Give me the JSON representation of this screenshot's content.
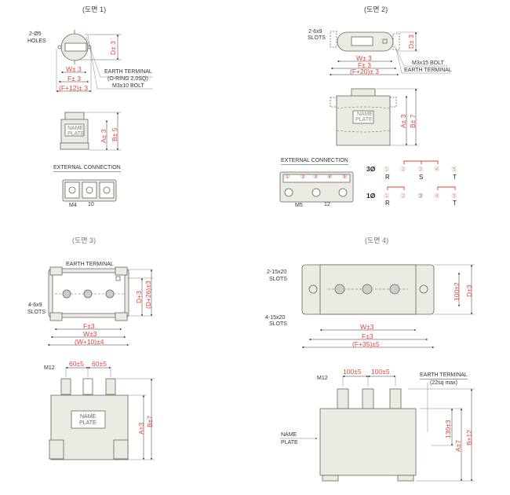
{
  "colors": {
    "dimension": "#e0463a",
    "body": "#ecebe3",
    "outline": "#666666"
  },
  "fig1": {
    "title": "(도면 1)",
    "holes": "2-Ø5",
    "holes2": "HOLES",
    "d": "D± 3",
    "w": "W± 3",
    "f": "F± 3",
    "f12": "(F+12)± 3",
    "earth": "EARTH TERMINAL",
    "oring": "(O-RING 2.0SQ)",
    "bolt": "M3x10 BOLT",
    "name1": "NAME",
    "name2": "PLATE",
    "a": "A± 3",
    "b": "B± 5",
    "ext": "EXTERNAL CONNECTION",
    "m4": "M4",
    "pitch": "10"
  },
  "fig2": {
    "title": "(도면 2)",
    "slots": "2-6x9",
    "slots2": "SLOTS",
    "d": "D± 3",
    "w": "W± 3",
    "f": "F± 3",
    "f20": "(F+20)± 3",
    "bolt": "M3x15 BOLT",
    "earth": "EARTH TERMINAL",
    "name1": "NAME",
    "name2": "PLATE",
    "a": "A± 3",
    "b": "B± 7",
    "ext": "EXTERNAL CONNECTION",
    "m5": "M5",
    "pitch": "12",
    "terminals": [
      "①",
      "②",
      "③",
      "④",
      "⑤"
    ],
    "three_phase": "3Ø",
    "single_phase": "1Ø",
    "r": "R",
    "s": "S",
    "t": "T"
  },
  "fig3": {
    "title": "(도면 3)",
    "earth": "EARTH TERMINAL",
    "slots": "4-6x9",
    "slots2": "SLOTS",
    "d": "D+3",
    "d26": "(D+26)±3",
    "f": "F±3",
    "w": "W±3",
    "w10": "(W+10)±4",
    "m12": "M12",
    "p1": "60±5",
    "p2": "60±5",
    "name1": "NAME",
    "name2": "PLATE",
    "a": "A±3",
    "b": "B±7"
  },
  "fig4": {
    "title": "(도면 4)",
    "slots_a": "2-15x20",
    "slots_a2": "SLOTS",
    "slots_b": "4-15x20",
    "slots_b2": "SLOTS",
    "h100": "100±2",
    "d": "D±3",
    "w": "W±3",
    "f": "F±3",
    "f35": "(F+35)±5",
    "m12": "M12",
    "p1": "100±5",
    "p2": "100±5",
    "earth": "EARTH TERMINAL",
    "earth2": "(22sq max)",
    "name1": "NAME",
    "name2": "PLATE",
    "h130": "130±3",
    "a": "A±7",
    "b": "B±12"
  }
}
